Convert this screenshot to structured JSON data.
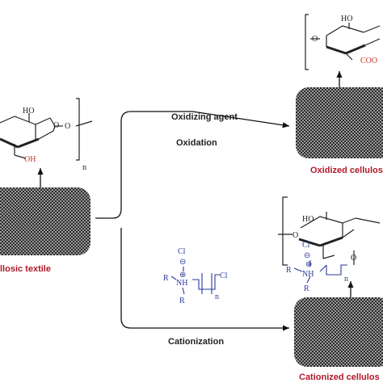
{
  "labels": {
    "left_textile": "llosic textile",
    "oxidizing_agent": "Oxidizing agent",
    "oxidation": "Oxidation",
    "cationization": "Cationization",
    "oxidized": "Oxidized cellulos",
    "cationized": "Cationized cellulos"
  },
  "chem": {
    "ho": "HO",
    "o": "O",
    "oh": "OH",
    "n": "n",
    "coo": "COO",
    "cl": "Cl",
    "minus": "⊖",
    "plus": "⊕",
    "r": "R",
    "nh": "NH",
    "n_sub": "n"
  },
  "colors": {
    "label_red": "#b2182b",
    "oh_red": "#c0392b",
    "reagent_blue": "#2a3a9a",
    "textile_dark": "#2b2b2b",
    "textile_light": "#9a9a9a"
  }
}
